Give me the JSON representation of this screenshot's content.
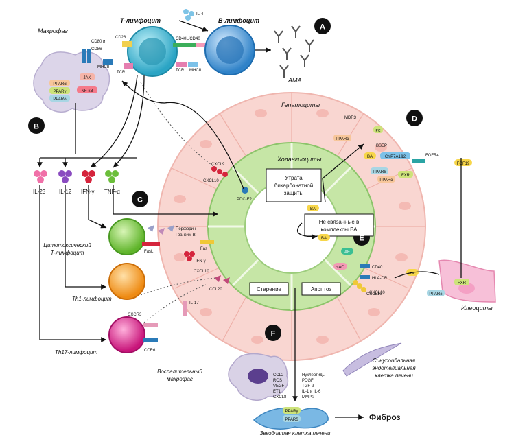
{
  "cells": {
    "macrophage": "Макрофаг",
    "t_lymphocyte": "Т-лимфоцит",
    "b_lymphocyte": "В-лимфоцит",
    "hepatocytes": "Гепатоциты",
    "cholangiocytes": "Холангиоциты",
    "cytotoxic_t": "Цитотоксический Т-лимфоцит",
    "th1": "Th1-лимфоцит",
    "th17": "Th17-лимфоцит",
    "ileocytes": "Илеоциты",
    "inflammatory_macrophage": "Воспалительный макрофаг",
    "sinusoidal": "Синусоидальная эндотелиальная клетка печени",
    "stellate": "Звездчатая клетка печени"
  },
  "panel_letters": [
    "A",
    "B",
    "C",
    "D",
    "E",
    "F"
  ],
  "macrophage_labels": {
    "cd80": "CD80 и CD86",
    "mhcii": "MHCII",
    "jak": "JAK",
    "ppara": "PPARα",
    "pparg": "PPARγ",
    "ppard": "PPARδ",
    "nfkb": "NF-κB"
  },
  "t_cell_labels": {
    "cd28": "CD28",
    "tcr": "TCR",
    "il4": "IL-4",
    "cd40l_cd40": "CD40L/CD40",
    "tcr2": "TCR",
    "mhcii2": "MHCII"
  },
  "ama_label": "AMA",
  "cytokines": [
    "IL-23",
    "IL-12",
    "IFN-γ",
    "TNF-α"
  ],
  "cytotoxic_labels": {
    "perforin": "Перфорин",
    "granzyme": "Гранзим В",
    "fas": "Fas",
    "fasl": "FasL",
    "ifn": "IFN-γ"
  },
  "chemokine_labels": {
    "cxcl9": "CXCL9",
    "cxcl10_a": "CXCL10",
    "pdc_e2": "PDC-E2",
    "cxcl10_b": "CXCL10",
    "ccl20": "CCL20",
    "il17": "IL-17",
    "cxcr3": "CXCR3",
    "ccr6": "CCR6",
    "cxcl10_c": "CXCL10"
  },
  "boxes": {
    "loss": "Утрата бикарбонатной защиты",
    "unbound": "Не связанные в комплексы ВА",
    "aging": "Старение",
    "apoptosis": "Апоптоз"
  },
  "bile_labels": {
    "mdr3": "MDR3",
    "ppara": "PPARα",
    "pc": "PC",
    "ba": "BA",
    "bsep": "BSEP",
    "cyp": "CYP7A1&2",
    "ppard": "PPARδ",
    "pparα2": "PPARα",
    "fxr": "FXR",
    "fgfr4": "FGFR4",
    "fgf19": "FGF19",
    "ba_left": "BA",
    "ba_mid": "BA",
    "ba_low": "BA",
    "ae": "AE",
    "sac": "sAC",
    "cd40": "CD40",
    "hla": "HLA-DR",
    "cxcl10": "CXCL10",
    "fxr_ileo": "FXR",
    "ppard_ileo": "PPARδ",
    "ba_ileo": "BA"
  },
  "fibrosis_factors_left": [
    "CCL2",
    "ROS",
    "VEGF",
    "ET1",
    "CXCL8"
  ],
  "fibrosis_factors_right": [
    "Нуклеотиды",
    "PDGF",
    "TGF-β",
    "IL-1 и IL-6",
    "MMPs"
  ],
  "stellate_labels": {
    "pparg": "PPARγ",
    "ppard": "PPARδ"
  },
  "fibrosis": "Фиброз",
  "colors": {
    "hepatocyte": "#f7c9c4",
    "cholangiocyte": "#bfe0a0",
    "letter_circle": "#111111",
    "tcell": "#5ec4d8",
    "bcell": "#3b8fd4",
    "cytotoxic": "#8fd055",
    "th1": "#f59a2b",
    "th17": "#e0228a",
    "macrophage": "#d9d2e6"
  }
}
